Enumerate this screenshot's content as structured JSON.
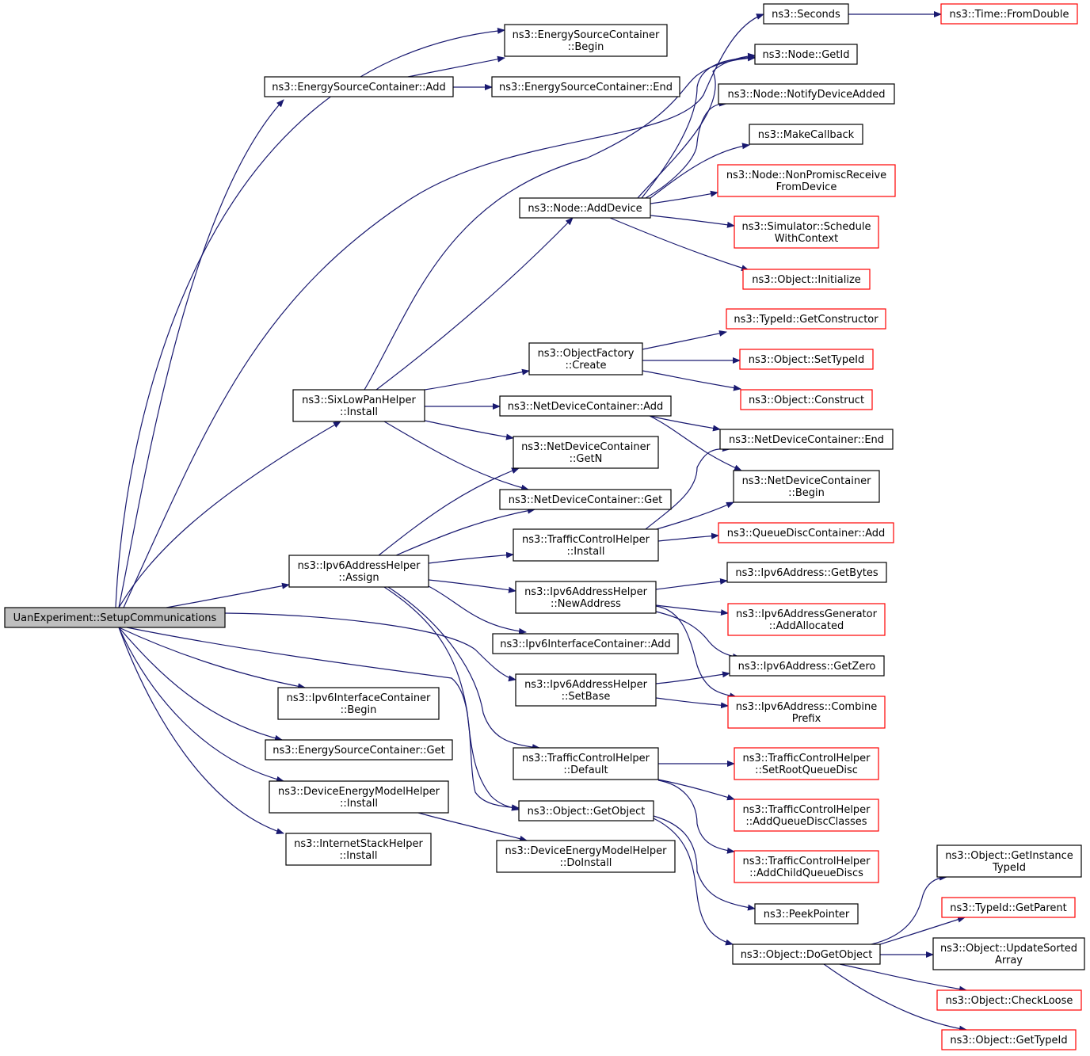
{
  "colors": {
    "edge": "#191970",
    "box_normal": "#000000",
    "box_external": "#ff0000",
    "box_root_fill": "#bfbfbf"
  },
  "nodes": [
    {
      "id": "root",
      "lines": [
        "UanExperiment::SetupCommunications"
      ],
      "style": "root"
    },
    {
      "id": "esc-begin",
      "lines": [
        "ns3::EnergySourceContainer",
        "::Begin"
      ],
      "style": "normal"
    },
    {
      "id": "esc-add",
      "lines": [
        "ns3::EnergySourceContainer::Add"
      ],
      "style": "normal"
    },
    {
      "id": "esc-end",
      "lines": [
        "ns3::EnergySourceContainer::End"
      ],
      "style": "normal"
    },
    {
      "id": "seconds",
      "lines": [
        "ns3::Seconds"
      ],
      "style": "normal"
    },
    {
      "id": "time-fromdouble",
      "lines": [
        "ns3::Time::FromDouble"
      ],
      "style": "external"
    },
    {
      "id": "node-getid",
      "lines": [
        "ns3::Node::GetId"
      ],
      "style": "normal"
    },
    {
      "id": "node-notify",
      "lines": [
        "ns3::Node::NotifyDeviceAdded"
      ],
      "style": "normal"
    },
    {
      "id": "makecallback",
      "lines": [
        "ns3::MakeCallback"
      ],
      "style": "normal"
    },
    {
      "id": "node-nonpromisc",
      "lines": [
        "ns3::Node::NonPromiscReceive",
        "FromDevice"
      ],
      "style": "external"
    },
    {
      "id": "node-adddevice",
      "lines": [
        "ns3::Node::AddDevice"
      ],
      "style": "normal"
    },
    {
      "id": "sim-schedule",
      "lines": [
        "ns3::Simulator::Schedule",
        "WithContext"
      ],
      "style": "external"
    },
    {
      "id": "obj-initialize",
      "lines": [
        "ns3::Object::Initialize"
      ],
      "style": "external"
    },
    {
      "id": "typeid-getconstructor",
      "lines": [
        "ns3::TypeId::GetConstructor"
      ],
      "style": "external"
    },
    {
      "id": "objfactory-create",
      "lines": [
        "ns3::ObjectFactory",
        "::Create"
      ],
      "style": "normal"
    },
    {
      "id": "obj-settypeid",
      "lines": [
        "ns3::Object::SetTypeId"
      ],
      "style": "external"
    },
    {
      "id": "obj-construct",
      "lines": [
        "ns3::Object::Construct"
      ],
      "style": "external"
    },
    {
      "id": "sixlowpan-install",
      "lines": [
        "ns3::SixLowPanHelper",
        "::Install"
      ],
      "style": "normal"
    },
    {
      "id": "ndc-add",
      "lines": [
        "ns3::NetDeviceContainer::Add"
      ],
      "style": "normal"
    },
    {
      "id": "ndc-end",
      "lines": [
        "ns3::NetDeviceContainer::End"
      ],
      "style": "normal"
    },
    {
      "id": "ndc-getn",
      "lines": [
        "ns3::NetDeviceContainer",
        "::GetN"
      ],
      "style": "normal"
    },
    {
      "id": "ndc-begin",
      "lines": [
        "ns3::NetDeviceContainer",
        "::Begin"
      ],
      "style": "normal"
    },
    {
      "id": "ndc-get",
      "lines": [
        "ns3::NetDeviceContainer::Get"
      ],
      "style": "normal"
    },
    {
      "id": "tch-install",
      "lines": [
        "ns3::TrafficControlHelper",
        "::Install"
      ],
      "style": "normal"
    },
    {
      "id": "qdc-add",
      "lines": [
        "ns3::QueueDiscContainer::Add"
      ],
      "style": "external"
    },
    {
      "id": "ipv6ah-assign",
      "lines": [
        "ns3::Ipv6AddressHelper",
        "::Assign"
      ],
      "style": "normal"
    },
    {
      "id": "ipv6addr-getbytes",
      "lines": [
        "ns3::Ipv6Address::GetBytes"
      ],
      "style": "normal"
    },
    {
      "id": "ipv6ah-newaddress",
      "lines": [
        "ns3::Ipv6AddressHelper",
        "::NewAddress"
      ],
      "style": "normal"
    },
    {
      "id": "ipv6ag-addallocated",
      "lines": [
        "ns3::Ipv6AddressGenerator",
        "::AddAllocated"
      ],
      "style": "external"
    },
    {
      "id": "ipv6ic-add",
      "lines": [
        "ns3::Ipv6InterfaceContainer::Add"
      ],
      "style": "normal"
    },
    {
      "id": "ipv6addr-getzero",
      "lines": [
        "ns3::Ipv6Address::GetZero"
      ],
      "style": "normal"
    },
    {
      "id": "ipv6ah-setbase",
      "lines": [
        "ns3::Ipv6AddressHelper",
        "::SetBase"
      ],
      "style": "normal"
    },
    {
      "id": "ipv6addr-combine",
      "lines": [
        "ns3::Ipv6Address::Combine",
        "Prefix"
      ],
      "style": "external"
    },
    {
      "id": "ipv6ic-begin",
      "lines": [
        "ns3::Ipv6InterfaceContainer",
        "::Begin"
      ],
      "style": "normal"
    },
    {
      "id": "esc-get",
      "lines": [
        "ns3::EnergySourceContainer::Get"
      ],
      "style": "normal"
    },
    {
      "id": "tch-default",
      "lines": [
        "ns3::TrafficControlHelper",
        "::Default"
      ],
      "style": "normal"
    },
    {
      "id": "tch-setroot",
      "lines": [
        "ns3::TrafficControlHelper",
        "::SetRootQueueDisc"
      ],
      "style": "external"
    },
    {
      "id": "demh-install",
      "lines": [
        "ns3::DeviceEnergyModelHelper",
        "::Install"
      ],
      "style": "normal"
    },
    {
      "id": "obj-getobject",
      "lines": [
        "ns3::Object::GetObject"
      ],
      "style": "normal"
    },
    {
      "id": "tch-addqdclasses",
      "lines": [
        "ns3::TrafficControlHelper",
        "::AddQueueDiscClasses"
      ],
      "style": "external"
    },
    {
      "id": "ish-install",
      "lines": [
        "ns3::InternetStackHelper",
        "::Install"
      ],
      "style": "normal"
    },
    {
      "id": "demh-doinstall",
      "lines": [
        "ns3::DeviceEnergyModelHelper",
        "::DoInstall"
      ],
      "style": "normal"
    },
    {
      "id": "tch-addchild",
      "lines": [
        "ns3::TrafficControlHelper",
        "::AddChildQueueDiscs"
      ],
      "style": "external"
    },
    {
      "id": "obj-getinstancetypeid",
      "lines": [
        "ns3::Object::GetInstance",
        "TypeId"
      ],
      "style": "normal"
    },
    {
      "id": "typeid-getparent",
      "lines": [
        "ns3::TypeId::GetParent"
      ],
      "style": "external"
    },
    {
      "id": "peekpointer",
      "lines": [
        "ns3::PeekPointer"
      ],
      "style": "normal"
    },
    {
      "id": "obj-dogetobject",
      "lines": [
        "ns3::Object::DoGetObject"
      ],
      "style": "normal"
    },
    {
      "id": "obj-updatesorted",
      "lines": [
        "ns3::Object::UpdateSorted",
        "Array"
      ],
      "style": "normal"
    },
    {
      "id": "obj-checkloose",
      "lines": [
        "ns3::Object::CheckLoose"
      ],
      "style": "external"
    },
    {
      "id": "obj-gettypeid",
      "lines": [
        "ns3::Object::GetTypeId"
      ],
      "style": "external"
    }
  ]
}
